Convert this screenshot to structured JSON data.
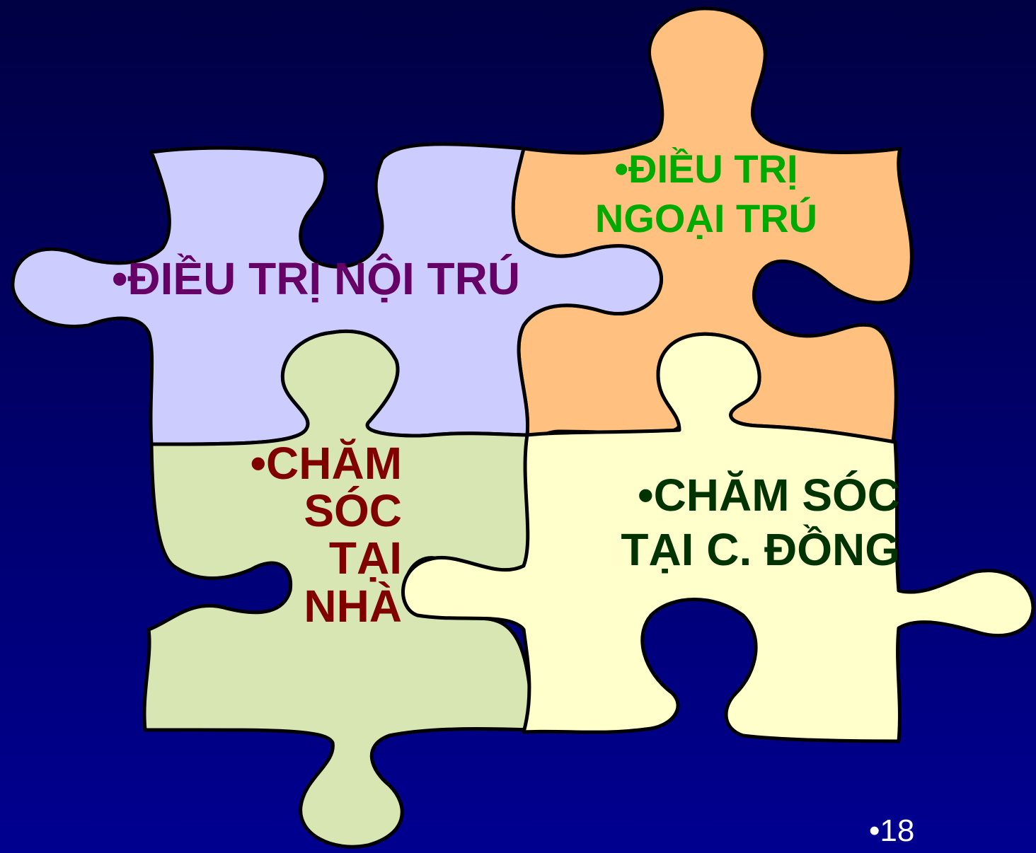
{
  "colors": {
    "background": "#000066",
    "inpatient_fill": "#CCCCFF",
    "outpatient_fill": "#FFC080",
    "home_fill": "#D8E6B4",
    "community_fill": "#FFFFCC",
    "inpatient_text": "#660066",
    "outpatient_text": "#00AA00",
    "home_text": "#800000",
    "community_text": "#003300",
    "outline": "#000000"
  },
  "pieces": {
    "inpatient": {
      "lines": [
        "•ĐIỀU TRỊ NỘI TRÚ"
      ]
    },
    "outpatient": {
      "lines": [
        "•ĐIỀU TRỊ",
        "NGOẠI TRÚ"
      ]
    },
    "home": {
      "lines": [
        "•CHĂM",
        "SÓC",
        "TẠI",
        "NHÀ"
      ]
    },
    "community": {
      "lines": [
        "•CHĂM SÓC",
        "TẠI C. ĐỒNG"
      ]
    }
  },
  "page_number": "•18"
}
